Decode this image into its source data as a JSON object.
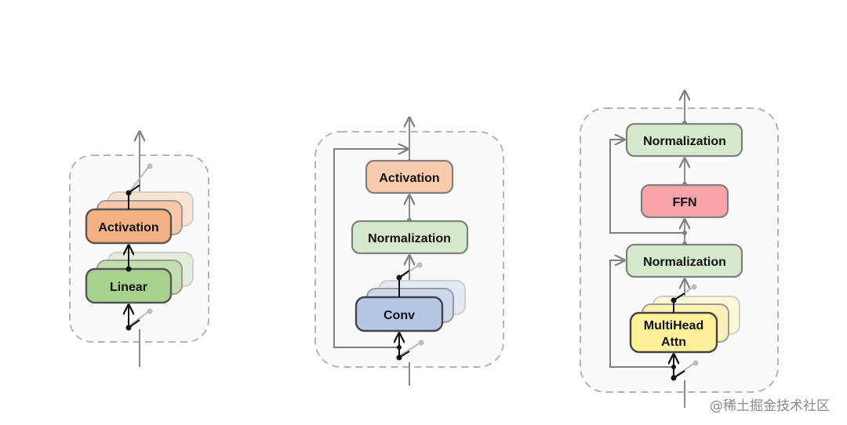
{
  "blocks": {
    "linear_activation": {
      "activation": "Activation",
      "linear": "Linear"
    },
    "conv": {
      "activation": "Activation",
      "normalization": "Normalization",
      "conv": "Conv"
    },
    "transformer": {
      "normalization_top": "Normalization",
      "ffn": "FFN",
      "normalization_mid": "Normalization",
      "attention_line1": "MultiHead",
      "attention_line2": "Attn"
    }
  },
  "colors": {
    "activation": "#f4b183",
    "activation_light": "#f8cbad",
    "linear": "#a9d18e",
    "normalization": "#d6e9cc",
    "conv": "#b4c7e7",
    "ffn": "#f7a3a8",
    "attention": "#fff199",
    "border": "#6b6b6b",
    "connector": "#7f7f7f",
    "panel": "#fafafa"
  },
  "watermark": "@稀土掘金技术社区"
}
